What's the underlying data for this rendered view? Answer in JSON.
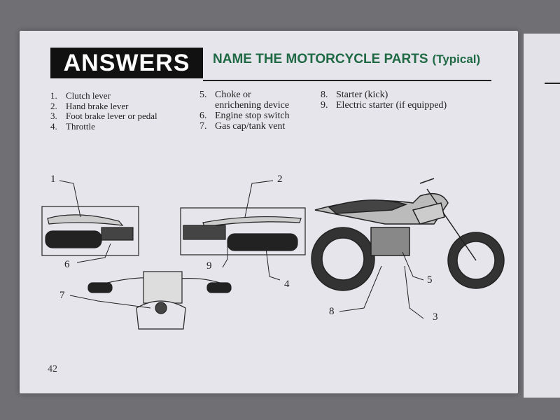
{
  "header": {
    "badge": "ANSWERS",
    "title": "NAME THE MOTORCYCLE PARTS",
    "subtitle": "(Typical)"
  },
  "parts": [
    {
      "num": "1.",
      "label": "Clutch lever"
    },
    {
      "num": "2.",
      "label": "Hand brake lever"
    },
    {
      "num": "3.",
      "label": "Foot brake lever or pedal"
    },
    {
      "num": "4.",
      "label": "Throttle"
    },
    {
      "num": "5.",
      "label": "Choke or"
    },
    {
      "num": "",
      "label": "enrichening device"
    },
    {
      "num": "6.",
      "label": "Engine stop switch"
    },
    {
      "num": "7.",
      "label": "Gas cap/tank vent"
    },
    {
      "num": "8.",
      "label": "Starter (kick)"
    },
    {
      "num": "9.",
      "label": "Electric starter (if equipped)"
    }
  ],
  "callouts": [
    "1",
    "2",
    "3",
    "4",
    "5",
    "6",
    "7",
    "8",
    "9"
  ],
  "page_number": "42"
}
